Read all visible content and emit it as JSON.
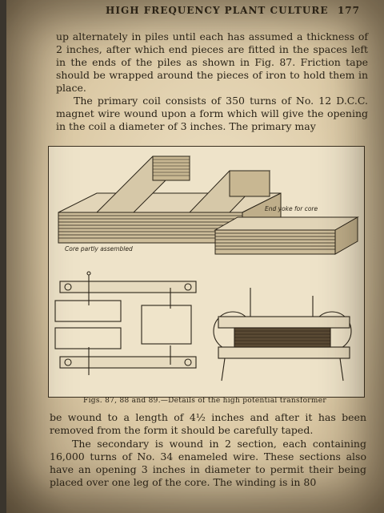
{
  "header": {
    "running_title": "HIGH FREQUENCY PLANT CULTURE",
    "page_number": "177"
  },
  "body": {
    "para1": "up alternately in piles until each has assumed a thickness of 2 inches, after which end pieces are fitted in the spaces left in the ends of the piles as shown in Fig. 87. Friction tape should be wrapped around the pieces of iron to hold them in place.",
    "para2": "The primary coil consists of 350 turns of No. 12 D.C.C. magnet wire wound upon a form which will give the opening in the coil a diameter of 3 inches. The primary may",
    "para3": "be wound to a length of 4½ inches and after it has been removed from the form it should be carefully taped.",
    "para4": "The secondary is wound in 2 section, each containing 16,000 turns of No. 34 enameled wire. These sections also have an opening 3 inches in diameter to permit their being placed over one leg of the core. The winding is in 80"
  },
  "figure": {
    "label_core": "Core partly assembled",
    "label_yoke": "End yoke for core",
    "caption": "Figs. 87, 88 and 89.—Details of the high potential transformer"
  }
}
